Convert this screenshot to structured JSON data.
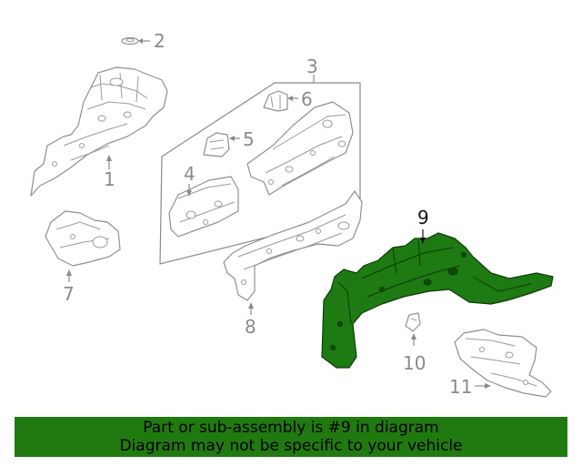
{
  "diagram": {
    "callouts": [
      {
        "id": "1",
        "label": "1"
      },
      {
        "id": "2",
        "label": "2"
      },
      {
        "id": "3",
        "label": "3"
      },
      {
        "id": "4",
        "label": "4"
      },
      {
        "id": "5",
        "label": "5"
      },
      {
        "id": "6",
        "label": "6"
      },
      {
        "id": "7",
        "label": "7"
      },
      {
        "id": "8",
        "label": "8"
      },
      {
        "id": "9",
        "label": "9"
      },
      {
        "id": "10",
        "label": "10"
      },
      {
        "id": "11",
        "label": "11"
      }
    ],
    "highlighted_callout": "9",
    "colors": {
      "highlight": "#1e7a12",
      "banner": "#217a10",
      "outline": "#8f8f8f"
    }
  },
  "banner": {
    "line1": "Part or sub-assembly is #9 in diagram",
    "line2": "Diagram may not be specific to your vehicle"
  }
}
